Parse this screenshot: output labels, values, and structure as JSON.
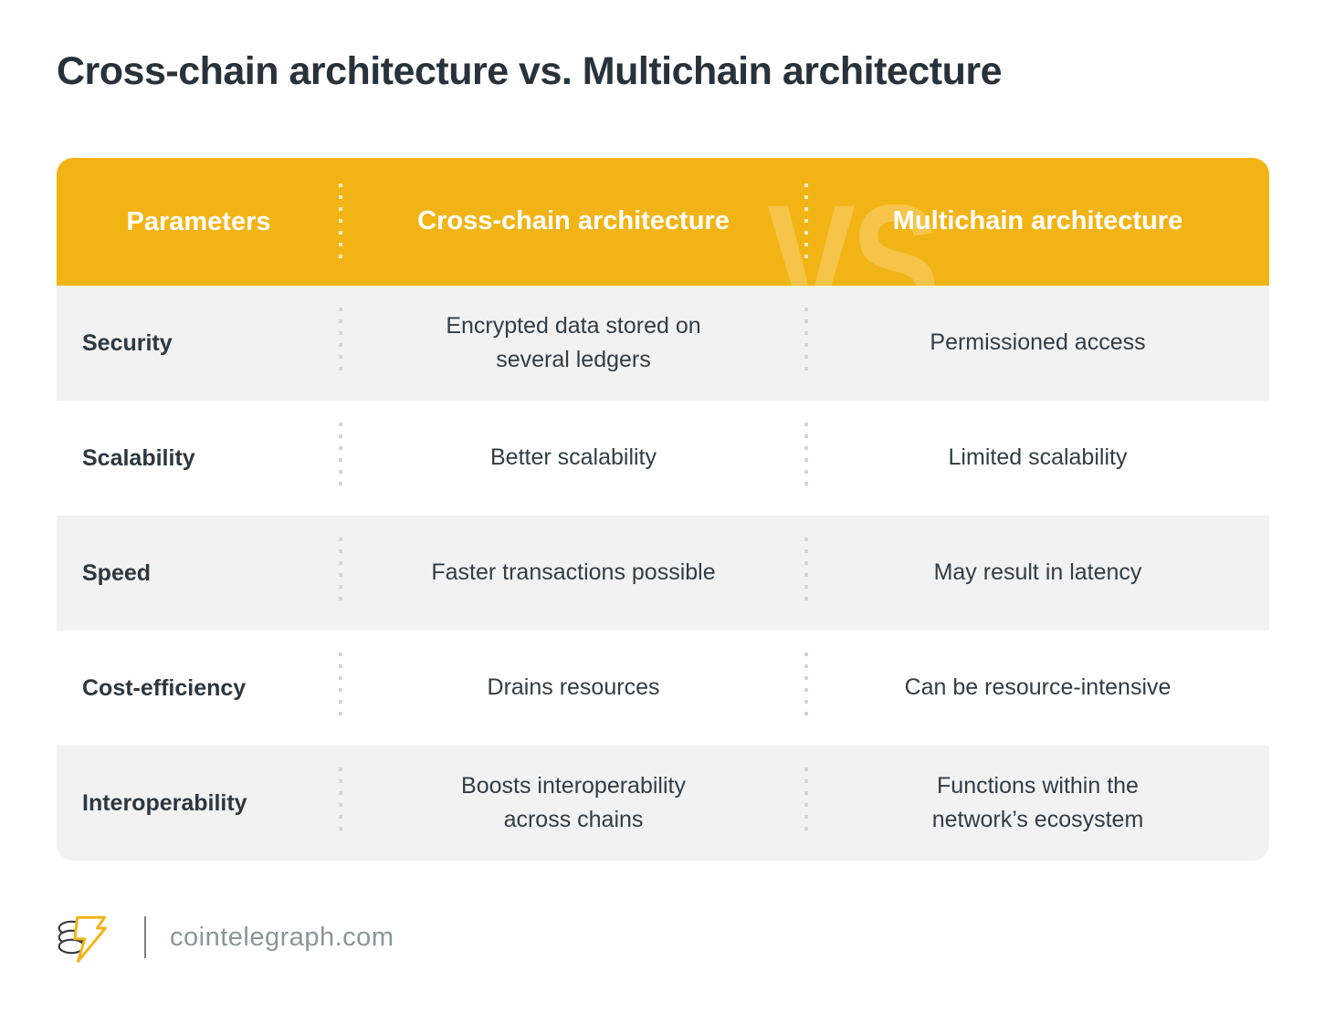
{
  "title": "Cross-chain architecture vs. Multichain architecture",
  "colors": {
    "header_bg": "#f2b415",
    "watermark": "rgba(255,255,255,0.22)",
    "row_shade_bg": "#f2f2f3",
    "row_plain_bg": "#ffffff",
    "title_text": "#29323b",
    "body_text": "#343c43",
    "footer_text": "#8e9497",
    "brand_yellow": "#f2b415"
  },
  "table": {
    "watermark": "VS.",
    "columns": [
      "Parameters",
      "Cross-chain architecture",
      "Multichain architecture"
    ],
    "rows": [
      {
        "parameter": "Security",
        "cross_chain": "Encrypted data stored on\nseveral ledgers",
        "multichain": "Permissioned access"
      },
      {
        "parameter": "Scalability",
        "cross_chain": "Better scalability",
        "multichain": "Limited scalability"
      },
      {
        "parameter": "Speed",
        "cross_chain": "Faster transactions possible",
        "multichain": "May result in latency"
      },
      {
        "parameter": "Cost-efficiency",
        "cross_chain": "Drains resources",
        "multichain": "Can be resource-intensive"
      },
      {
        "parameter": "Interoperability",
        "cross_chain": "Boosts interoperability\nacross chains",
        "multichain": "Functions within the\nnetwork’s ecosystem"
      }
    ]
  },
  "footer": {
    "site": "cointelegraph.com"
  }
}
